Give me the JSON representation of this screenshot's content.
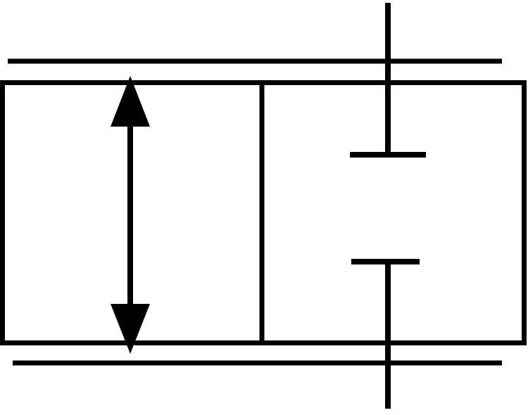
{
  "symbol": {
    "stroke_color": "#000000",
    "background_color": "#ffffff",
    "elements": [
      "outer-line-top",
      "outer-line-bottom",
      "valve-body",
      "position-divider",
      "bidirectional-flow-arrow",
      "blocked-port-top",
      "blocked-port-bottom"
    ]
  }
}
